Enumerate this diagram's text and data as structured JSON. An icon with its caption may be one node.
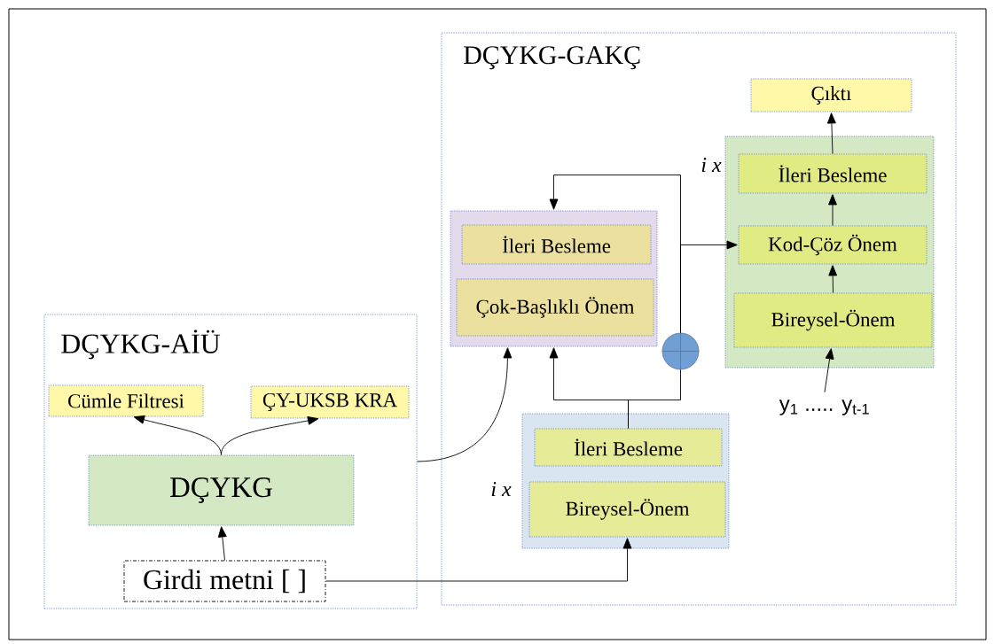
{
  "diagram": {
    "nodes": [
      {
        "text": [
          "DÇYKG-AİÜ"
        ]
      },
      {
        "text": [
          "Cümle Filtresi"
        ],
        "in": 0
      },
      {
        "text": [
          "ÇY-UKSB KRA"
        ],
        "in": 0
      },
      {
        "text": [
          "DÇYKG"
        ],
        "in": 0
      },
      {
        "text": [
          "Girdi metni [ ]"
        ],
        "in": 0
      },
      {
        "text": [
          "DÇYKG-GAKÇ"
        ]
      },
      {
        "text": [],
        "shape": "box",
        "in": 5,
        "beside": [
          "i x"
        ]
      },
      {
        "text": [
          "İleri Besleme"
        ],
        "in": 6
      },
      {
        "text": [
          "Bireysel-Önem"
        ],
        "in": 6
      },
      {
        "text": [],
        "shape": "box",
        "in": 5
      },
      {
        "text": [
          "İleri Besleme"
        ],
        "in": 9
      },
      {
        "text": [
          "Çok-Başlıklı Önem"
        ],
        "in": 9
      },
      {
        "text": [],
        "shape": "circle",
        "in": 5
      },
      {
        "text": [],
        "shape": "box",
        "in": 5,
        "beside": [
          "i x"
        ]
      },
      {
        "text": [
          "İleri Besleme"
        ],
        "in": 13
      },
      {
        "text": [
          "Kod-Çöz Önem"
        ],
        "in": 13
      },
      {
        "text": [
          "Bireysel-Önem"
        ],
        "in": 13
      },
      {
        "text": [
          "Çıktı"
        ],
        "in": 5
      },
      {
        "text": [
          "y$_{1}$ ..... y$_{t-1}$"
        ],
        "in": 5
      }
    ],
    "edges": [
      {
        "from": 3,
        "to": 1,
        "arrow": "to"
      },
      {
        "from": 3,
        "to": 2,
        "arrow": "to"
      },
      {
        "from": 4,
        "to": 3,
        "arrow": "to"
      },
      {
        "from": 4,
        "to": 8,
        "arrow": "to"
      },
      {
        "from": 0,
        "to": 9,
        "arrow": "to"
      },
      {
        "from": 7,
        "to": 9,
        "arrow": "to"
      },
      {
        "from": 7,
        "to": 12,
        "arrow": "none"
      },
      {
        "from": 12,
        "to": 9,
        "arrow": "to"
      },
      {
        "from": 12,
        "to": 15,
        "arrow": "to"
      },
      {
        "from": 16,
        "to": 15,
        "arrow": "to"
      },
      {
        "from": 15,
        "to": 14,
        "arrow": "to"
      },
      {
        "from": 14,
        "to": 17,
        "arrow": "to"
      },
      {
        "from": 18,
        "to": 16,
        "arrow": "to"
      }
    ]
  }
}
